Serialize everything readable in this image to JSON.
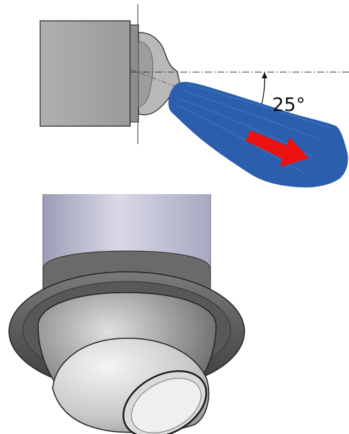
{
  "diagram": {
    "angle_label": "25°",
    "spray_angle_degrees": 25,
    "colors": {
      "spray": "#2b5fae",
      "arrow": "#ee1111",
      "nozzle_body": "#a8a8a8",
      "nozzle_outline": "#1a1a1a",
      "cylinder": "#c9c9dc",
      "flange": "#5a5a5a",
      "ball": "#d4d4d4"
    },
    "icons": [
      "spray-jet",
      "flow-direction-arrow",
      "angle-arc-arrow"
    ]
  }
}
